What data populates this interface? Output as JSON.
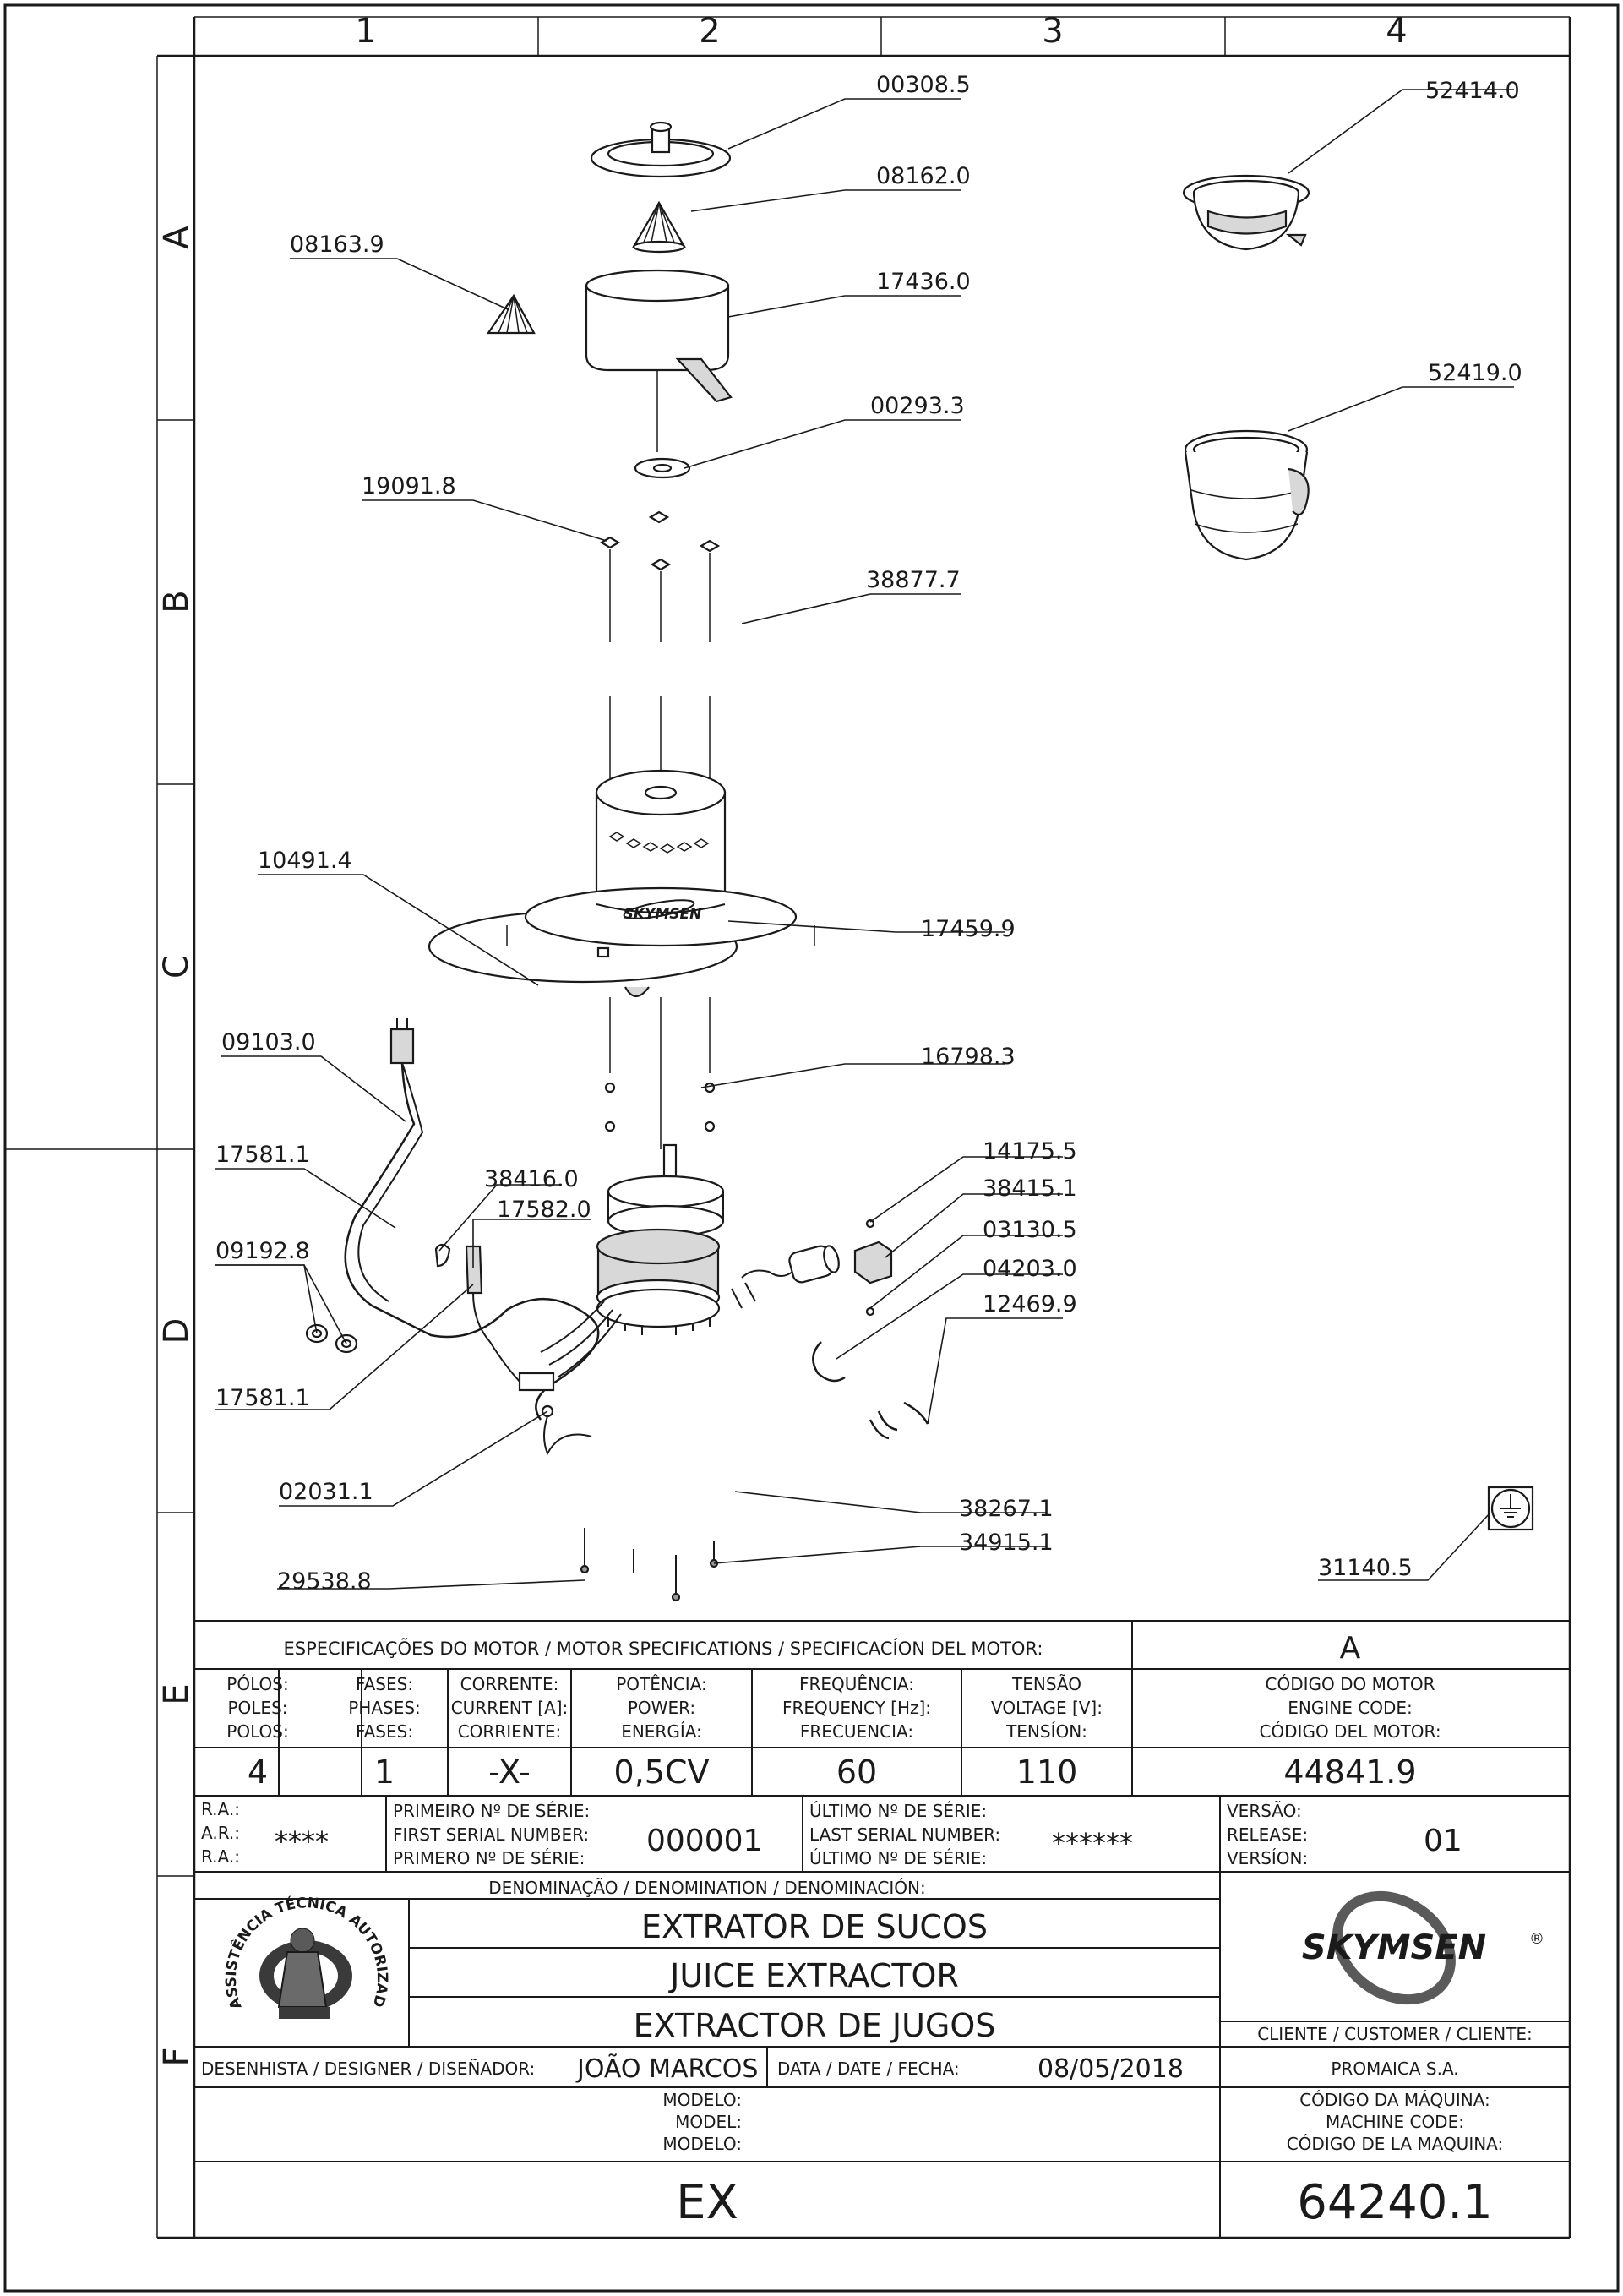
{
  "grid": {
    "columns": [
      "1",
      "2",
      "3",
      "4"
    ],
    "rows": [
      "A",
      "B",
      "C",
      "D",
      "E",
      "F"
    ]
  },
  "parts": [
    {
      "code": "00308.5"
    },
    {
      "code": "08162.0"
    },
    {
      "code": "08163.9"
    },
    {
      "code": "17436.0"
    },
    {
      "code": "00293.3"
    },
    {
      "code": "19091.8"
    },
    {
      "code": "38877.7"
    },
    {
      "code": "10491.4"
    },
    {
      "code": "17459.9"
    },
    {
      "code": "09103.0"
    },
    {
      "code": "16798.3"
    },
    {
      "code": "17581.1"
    },
    {
      "code": "38416.0"
    },
    {
      "code": "17582.0"
    },
    {
      "code": "14175.5"
    },
    {
      "code": "38415.1"
    },
    {
      "code": "03130.5"
    },
    {
      "code": "09192.8"
    },
    {
      "code": "04203.0"
    },
    {
      "code": "12469.9"
    },
    {
      "code": "17581.1"
    },
    {
      "code": "02031.1"
    },
    {
      "code": "38267.1"
    },
    {
      "code": "34915.1"
    },
    {
      "code": "29538.8"
    },
    {
      "code": "52414.0"
    },
    {
      "code": "52419.0"
    },
    {
      "code": "31140.5"
    }
  ],
  "brand_on_motor": "SKYMSEN",
  "specs": {
    "header": "ESPECIFICAÇÕES DO MOTOR / MOTOR SPECIFICATIONS / SPECIFICACÍON DEL MOTOR:",
    "revision": "A",
    "columns": [
      {
        "label_pt": "PÓLOS:",
        "label_en": "POLES:",
        "label_es": "POLOS:",
        "value": "4"
      },
      {
        "label_pt": "FASES:",
        "label_en": "PHASES:",
        "label_es": "FASES:",
        "value": "1"
      },
      {
        "label_pt": "CORRENTE:",
        "label_en": "CURRENT [A]:",
        "label_es": "CORRIENTE:",
        "value": "-X-"
      },
      {
        "label_pt": "POTÊNCIA:",
        "label_en": "POWER:",
        "label_es": "ENERGÍA:",
        "value": "0,5CV"
      },
      {
        "label_pt": "FREQUÊNCIA:",
        "label_en": "FREQUENCY [Hz]:",
        "label_es": "FRECUENCIA:",
        "value": "60"
      },
      {
        "label_pt": "TENSÃO",
        "label_en": "VOLTAGE [V]:",
        "label_es": "TENSÍON:",
        "value": "110"
      }
    ],
    "engine_code": {
      "label_pt": "CÓDIGO DO MOTOR",
      "label_en": "ENGINE CODE:",
      "label_es": "CÓDIGO DEL MOTOR:",
      "value": "44841.9"
    }
  },
  "serials": {
    "ra_labels": [
      "R.A.:",
      "A.R.:",
      "R.A.:"
    ],
    "ra_value": "****",
    "first_labels": [
      "PRIMEIRO Nº DE SÉRIE:",
      "FIRST SERIAL NUMBER:",
      "PRIMERO Nº DE SÉRIE:"
    ],
    "first_value": "000001",
    "last_labels": [
      "ÚLTIMO Nº DE SÉRIE:",
      "LAST SERIAL NUMBER:",
      "ÚLTIMO Nº DE SÉRIE:"
    ],
    "last_value": "******",
    "version_labels": [
      "VERSÃO:",
      "RELEASE:",
      "VERSÍON:"
    ],
    "version_value": "01"
  },
  "denomination": {
    "header": "DENOMINAÇÃO / DENOMINATION / DENOMINACIÓN:",
    "names": [
      "EXTRATOR DE SUCOS",
      "JUICE EXTRACTOR",
      "EXTRACTOR DE JUGOS"
    ]
  },
  "seal": {
    "arc_text": "ASSISTÊNCIA TÉCNICA AUTORIZADA"
  },
  "brand": {
    "logo_text": "SKYMSEN",
    "reg_mark": "®"
  },
  "customer": {
    "label": "CLIENTE / CUSTOMER / CLIENTE:",
    "value": "PROMAICA S.A."
  },
  "designer": {
    "label": "DESENHISTA / DESIGNER / DISEÑADOR:",
    "value": "JOÃO MARCOS"
  },
  "date": {
    "label": "DATA / DATE / FECHA:",
    "value": "08/05/2018"
  },
  "model": {
    "labels": [
      "MODELO:",
      "MODEL:",
      "MODELO:"
    ],
    "value": "EX"
  },
  "machine_code": {
    "labels": [
      "CÓDIGO DA MÁQUINA:",
      "MACHINE CODE:",
      "CÓDIGO DE LA MAQUINA:"
    ],
    "value": "64240.1"
  }
}
